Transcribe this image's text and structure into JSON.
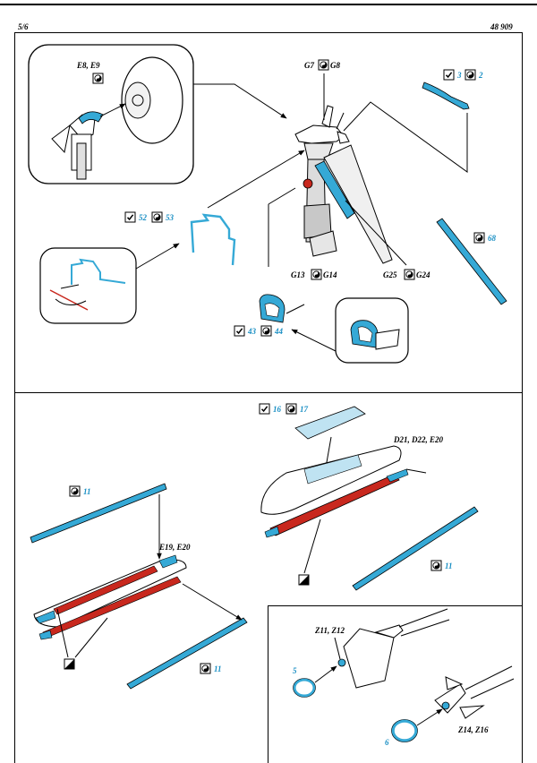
{
  "header": {
    "page": "5/6",
    "code": "48 909"
  },
  "colors": {
    "photo_etch": "#35a9d6",
    "red": "#c8281e",
    "ink": "#000000",
    "grey": "#d9d9d9"
  },
  "icons": {
    "check": "check-box-icon",
    "yin": "yin-yang-box-icon",
    "black": "black-box-icon"
  },
  "panel1": {
    "labels": {
      "e8_e9": "E8, E9",
      "g7": "G7",
      "g8": "G8",
      "pe_3": "3",
      "pe_2": "2",
      "pe_52": "52",
      "pe_53": "53",
      "g13": "G13",
      "g14": "G14",
      "g25": "G25",
      "g24": "G24",
      "pe_68": "68",
      "pe_43": "43",
      "pe_44": "44"
    }
  },
  "panel2": {
    "labels": {
      "pe_16": "16",
      "pe_17": "17",
      "d21_d22_e20": "D21, D22, E20",
      "pe_11_a": "11",
      "e19_e20": "E19, E20",
      "pe_11_b": "11",
      "pe_11_c": "11"
    }
  },
  "panel3": {
    "labels": {
      "z11_z12": "Z11, Z12",
      "pe_5": "5",
      "pe_6": "6",
      "z14_z16": "Z14, Z16"
    }
  }
}
